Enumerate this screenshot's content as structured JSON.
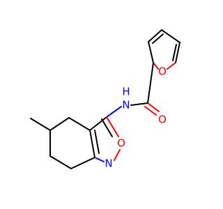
{
  "molecule": {
    "atoms": {
      "furan_o": "O",
      "carbonyl_o": "O",
      "amide_n": "N",
      "amide_h": "H",
      "isoxazole_o": "O",
      "isoxazole_n": "N"
    },
    "colors": {
      "oxygen": "#ff0000",
      "nitrogen": "#0000ff",
      "carbon_bond": "#000000"
    }
  }
}
